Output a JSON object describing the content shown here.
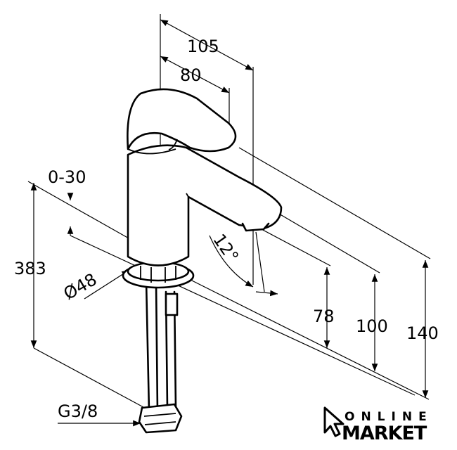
{
  "dimensions": {
    "width_total": "105",
    "width_spout": "80",
    "swivel_range": "0-30",
    "total_height": "383",
    "diameter": "Ø48",
    "angle": "12°",
    "spout_height": "78",
    "spout_top_height": "100",
    "overall_height": "140",
    "thread": "G3/8"
  },
  "logo": {
    "line1": "ONLINE",
    "line2": "MARKET"
  }
}
